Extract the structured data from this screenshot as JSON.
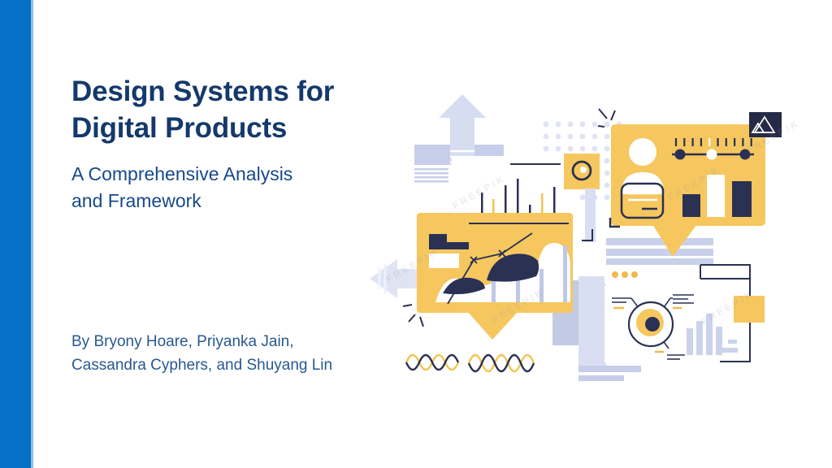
{
  "slide": {
    "title_lines": [
      "Design Systems for",
      "Digital Products"
    ],
    "subtitle_lines": [
      "A Comprehensive Analysis",
      "and Framework"
    ],
    "byline_lines": [
      "By Bryony Hoare, Priyanka Jain,",
      "Cassandra Cyphers, and Shuyang Lin"
    ]
  },
  "watermark": {
    "label": "FREEPIK"
  },
  "colors": {
    "accent_bar_blue": "#0670C7",
    "accent_bar_blue_light": "#8FBCEA",
    "title_navy": "#14396B",
    "subtitle_blue": "#17498A",
    "byline_blue": "#27598F",
    "illustration_yellow": "#F6C75F",
    "illustration_yellow_deep": "#F1B94A",
    "illustration_navy": "#2B3153",
    "illustration_lavender_light": "#D9DEF2",
    "illustration_lavender_medium": "#C3CAE4",
    "white": "#FFFFFF"
  },
  "illustration": {
    "elements": [
      "up-arrow-icon",
      "dot-grid",
      "thin-bar-chart",
      "donut-badge-icon",
      "speech-bubble-trend-chart",
      "trend-line-chart",
      "leaf-shapes",
      "speech-bubble-profile",
      "user-avatar-icon",
      "slider-control",
      "id-card-icon",
      "column-bar-chart",
      "triangle-logo-badge",
      "left-arrow-icon",
      "sparkle-marks",
      "sine-wave-strands",
      "browser-window-bar",
      "eye-target-card",
      "mini-bar-chart",
      "corner-bracket",
      "stripe-blocks",
      "yellow-square"
    ]
  }
}
